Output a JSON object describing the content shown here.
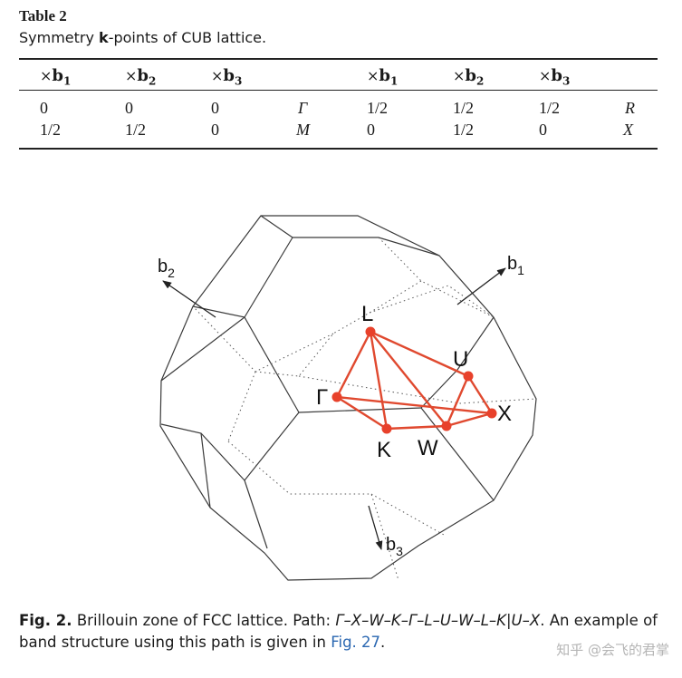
{
  "table": {
    "title": "Table 2",
    "caption_pre": "Symmetry ",
    "caption_bold": "k",
    "caption_post": "-points of CUB lattice.",
    "header": {
      "cross": "×",
      "vec": "b",
      "subs": [
        "1",
        "2",
        "3",
        "1",
        "2",
        "3"
      ]
    },
    "rows": [
      [
        "0",
        "0",
        "0",
        "Γ",
        "1/2",
        "1/2",
        "1/2",
        "R"
      ],
      [
        "1/2",
        "1/2",
        "0",
        "M",
        "0",
        "1/2",
        "0",
        "X"
      ]
    ]
  },
  "figure": {
    "vectors": {
      "b1": "b",
      "b1_sub": "1",
      "b2": "b",
      "b2_sub": "2",
      "b3": "b",
      "b3_sub": "3"
    },
    "points": {
      "L": "L",
      "U": "U",
      "G": "Γ",
      "X": "X",
      "K": "K",
      "W": "W"
    },
    "colors": {
      "outline": "#3a3a3a",
      "path": "#e0492f",
      "point": "#e8412b"
    }
  },
  "caption": {
    "label": "Fig. 2.",
    "text1": " Brillouin zone of FCC lattice. Path: ",
    "path": "Γ–X–W–K–Γ–L–U–W–L–K|U–X",
    "text2": ". An example of band structure using this path is given in ",
    "link": "Fig. 27",
    "text3": "."
  },
  "watermark": "知乎 @会飞的君掌"
}
